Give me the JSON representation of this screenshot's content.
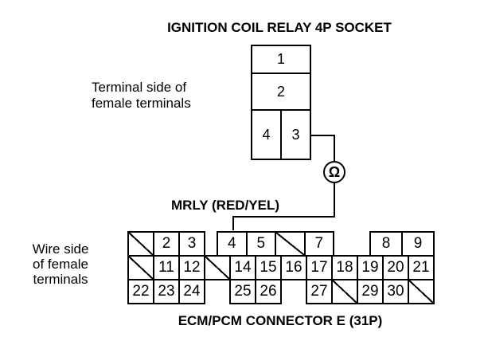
{
  "titles": {
    "socket": "IGNITION COIL RELAY 4P SOCKET",
    "connector": "ECM/PCM CONNECTOR E (31P)",
    "wire_label": "MRLY (RED/YEL)"
  },
  "labels": {
    "terminal_side": [
      "Terminal side of",
      "female terminals"
    ],
    "wire_side": [
      "Wire side",
      "of female",
      "terminals"
    ]
  },
  "socket": {
    "cells": [
      {
        "label": "1"
      },
      {
        "label": "2"
      },
      {
        "label": "4"
      },
      {
        "label": "3"
      }
    ]
  },
  "meter": {
    "name": "ohmmeter",
    "symbol": "Ω"
  },
  "connector": {
    "rows": [
      {
        "blocks": [
          {
            "cells": [
              {
                "empty": true
              },
              {
                "label": "2"
              },
              {
                "label": "3"
              }
            ]
          },
          {
            "cells": [
              {
                "label": "4"
              },
              {
                "label": "5"
              },
              {
                "empty": true
              },
              {
                "label": "7"
              }
            ]
          },
          {
            "cells": [
              {
                "label": "8"
              },
              {
                "label": "9"
              }
            ]
          }
        ]
      },
      {
        "blocks": [
          {
            "cells": [
              {
                "empty": true
              },
              {
                "label": "11"
              },
              {
                "label": "12"
              },
              {
                "empty": true
              },
              {
                "label": "14"
              },
              {
                "label": "15"
              },
              {
                "label": "16"
              },
              {
                "label": "17"
              },
              {
                "label": "18"
              },
              {
                "label": "19"
              },
              {
                "label": "20"
              },
              {
                "label": "21"
              }
            ]
          }
        ]
      },
      {
        "blocks": [
          {
            "cells": [
              {
                "label": "22"
              },
              {
                "label": "23"
              },
              {
                "label": "24"
              }
            ]
          },
          {
            "cells": [
              {
                "label": "25"
              },
              {
                "label": "26"
              }
            ]
          },
          {
            "cells": [
              {
                "label": "27"
              },
              {
                "empty": true
              },
              {
                "label": "29"
              },
              {
                "label": "30"
              },
              {
                "empty": true
              }
            ]
          }
        ]
      }
    ]
  },
  "colors": {
    "ink": "#000000",
    "background": "#ffffff"
  }
}
